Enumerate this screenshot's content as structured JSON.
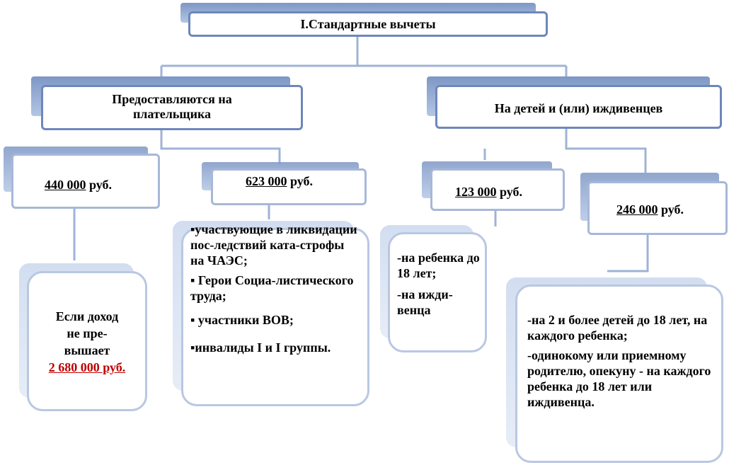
{
  "root": {
    "title": "I.Стандартные вычеты"
  },
  "left_branch": {
    "title": "Предоставляются на плательщика"
  },
  "right_branch": {
    "title": "На детей и (или) иждивенцев"
  },
  "nodes": {
    "n440": {
      "amount": "440 000",
      "unit": " руб."
    },
    "n623": {
      "amount": "623 000",
      "unit": " руб."
    },
    "n123": {
      "amount": "123 000",
      "unit": " руб."
    },
    "n246": {
      "amount": "246 000",
      "unit": " руб."
    }
  },
  "income_note": {
    "line1": "Если доход",
    "line2": "не пре-",
    "line3": "вышает",
    "limit": "2 680 000 руб."
  },
  "list_623": [
    "▪участвующие в ликвидации пос-ледствий ката-строфы на ЧАЭС;",
    "▪ Герои Социа-листического труда;",
    "▪ участники ВОВ;",
    "▪инвалиды I и I группы."
  ],
  "list_123": [
    "-на ребенка до 18 лет;",
    "-на ижди-венца"
  ],
  "list_246": [
    "-на 2 и более детей до 18 лет, на каждого ребенка;",
    "-одинокому или приемному родителю, опекуну - на каждого ребенка до 18 лет или иждивенца."
  ],
  "colors": {
    "frame": "#a7b8d8",
    "frame_dark": "#6e87bb",
    "shadow": "#7e97c5",
    "limit_text": "#c00000"
  }
}
